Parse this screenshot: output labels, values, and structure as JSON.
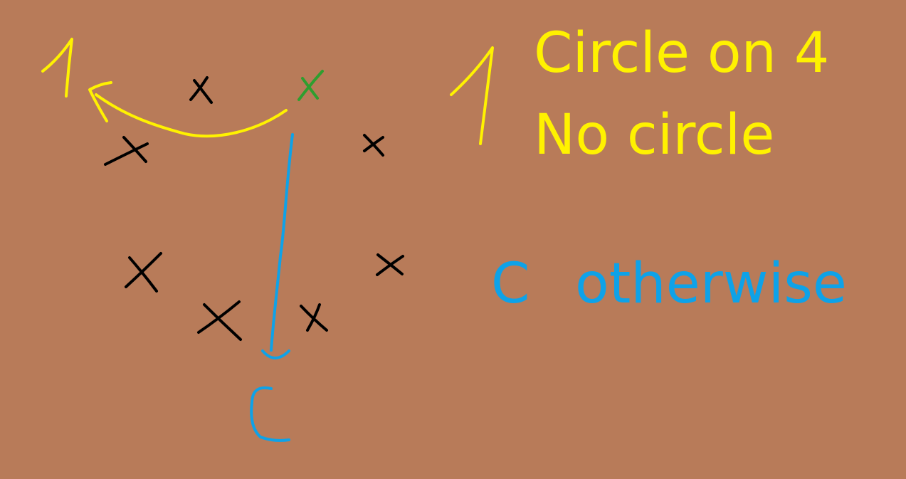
{
  "colors": {
    "background": "#B87B59",
    "mark": "#000000",
    "origin_mark": "#2F9E2F",
    "yellow": "#FFF200",
    "blue": "#0EA2E8"
  },
  "diagram": {
    "marks": {
      "count": 8,
      "symbol": "x"
    },
    "origin_mark": {
      "symbol": "x"
    },
    "yellow_arrow_target": "1",
    "blue_arrow_target": "C"
  },
  "legend": {
    "line1": "Circle on 4",
    "line2": "No circle",
    "line3_symbol": "C",
    "line3_text": "otherwise",
    "bracket_symbol": "1"
  }
}
